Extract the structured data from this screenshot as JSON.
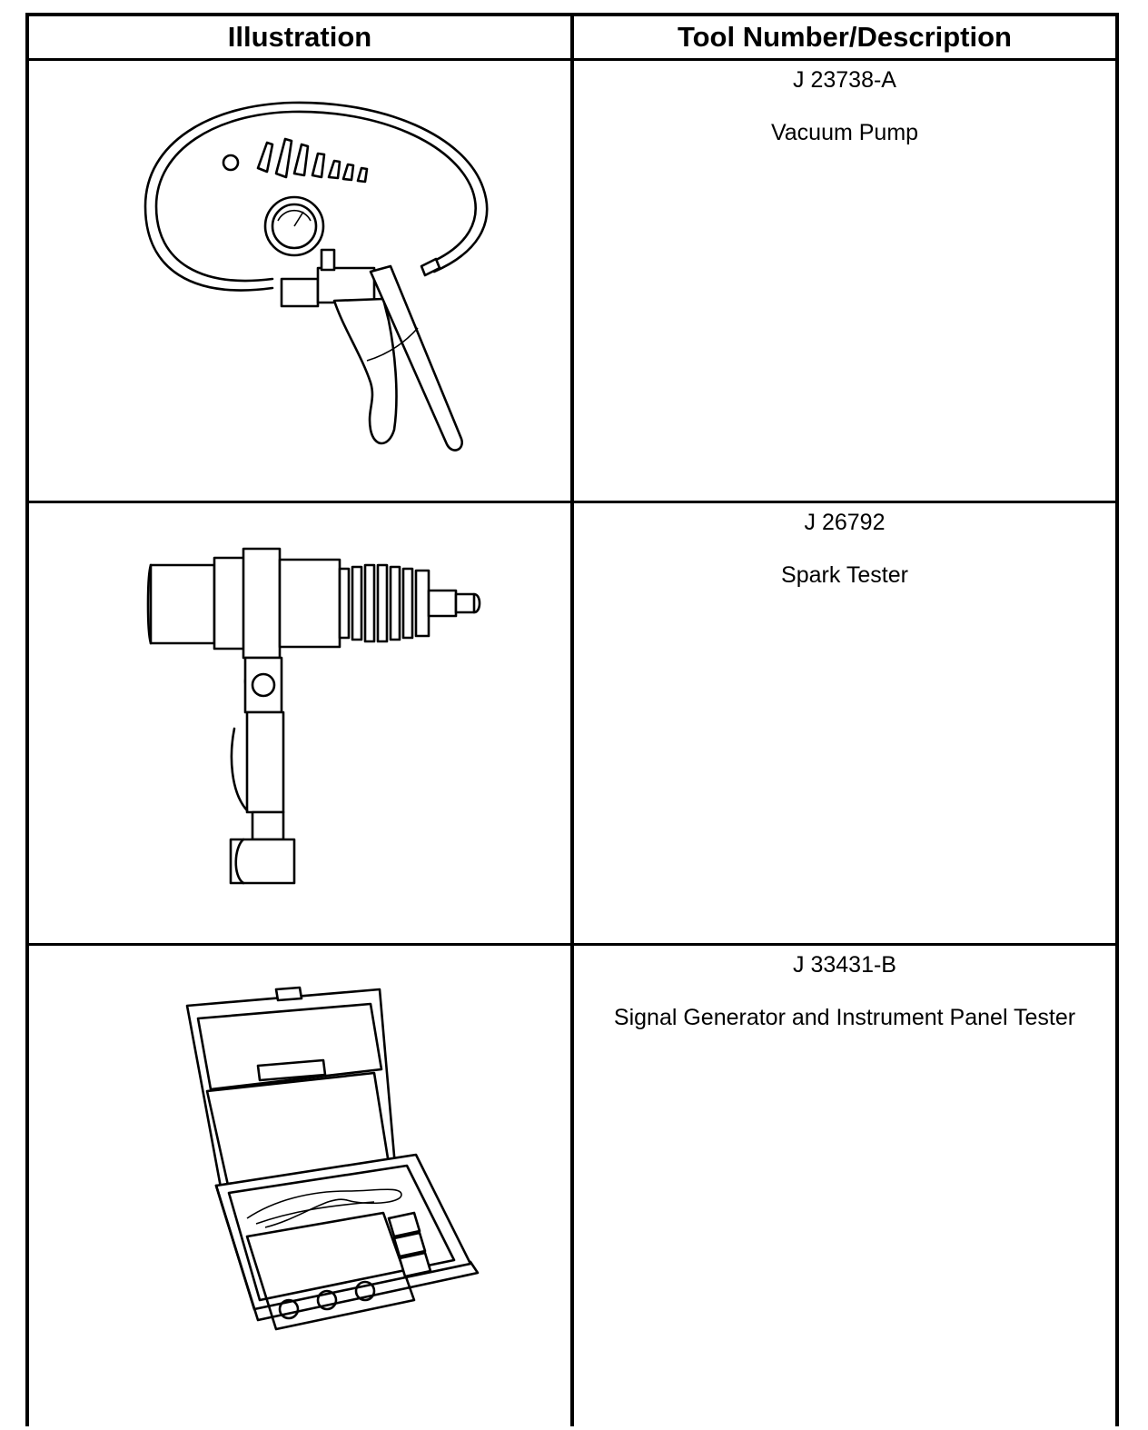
{
  "table": {
    "headers": {
      "illustration": "Illustration",
      "tool": "Tool Number/Description"
    },
    "rows": [
      {
        "number": "J 23738-A",
        "description": "Vacuum Pump",
        "icon": "vacuum-pump-illustration"
      },
      {
        "number": "J 26792",
        "description": "Spark Tester",
        "icon": "spark-tester-illustration"
      },
      {
        "number": "J 33431-B",
        "description": "Signal Generator and Instrument Panel Tester",
        "icon": "signal-generator-case-illustration"
      }
    ]
  }
}
